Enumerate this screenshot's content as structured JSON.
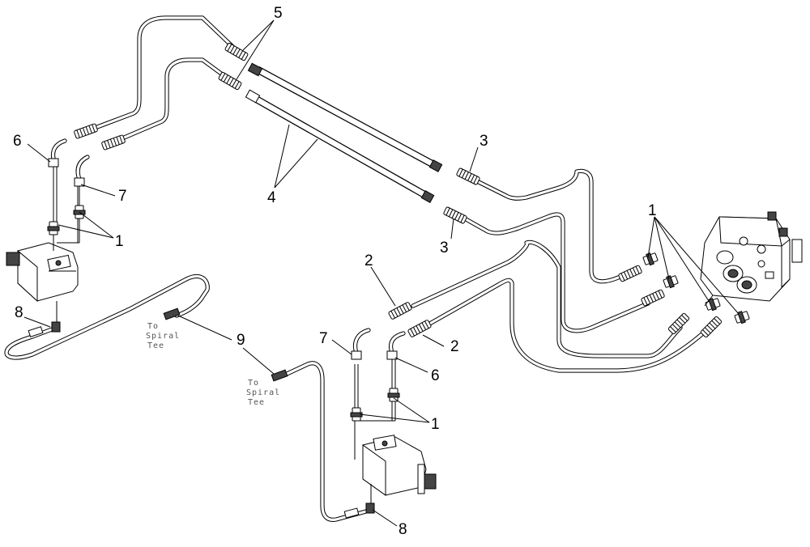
{
  "callouts": {
    "c5": "5",
    "c6a": "6",
    "c7a": "7",
    "c1a": "1",
    "c8a": "8",
    "c3a": "3",
    "c4": "4",
    "c3b": "3",
    "c1b": "1",
    "c2a": "2",
    "c7b": "7",
    "c2b": "2",
    "c6b": "6",
    "c9": "9",
    "c1c": "1",
    "c8b": "8"
  },
  "notes": {
    "tee_left": [
      "To",
      "Spiral",
      "Tee"
    ],
    "tee_center": [
      "To",
      "Spiral",
      "Tee"
    ]
  }
}
